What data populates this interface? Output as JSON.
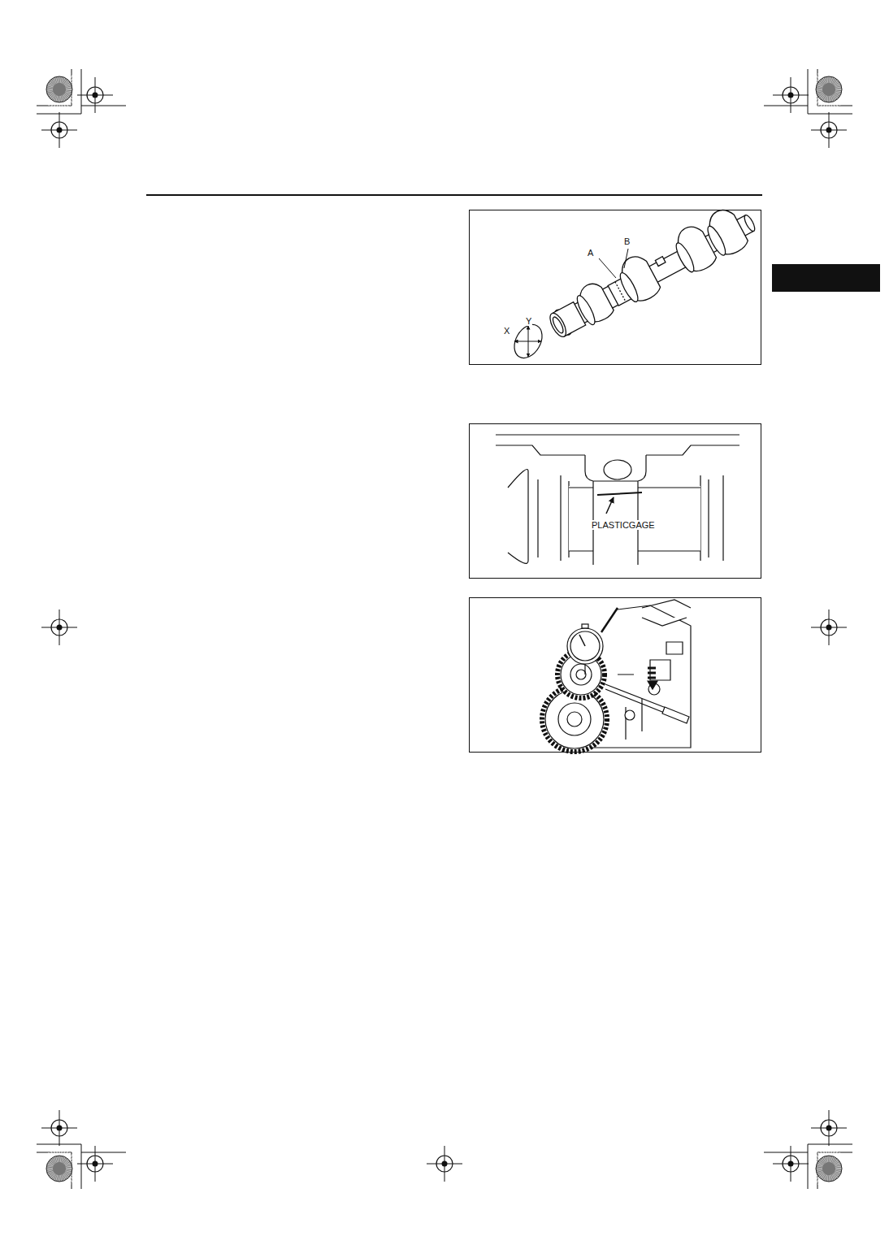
{
  "diagram": {
    "labels": [
      "A",
      "B",
      "X",
      "Y",
      "PLASTICGAGE"
    ]
  }
}
